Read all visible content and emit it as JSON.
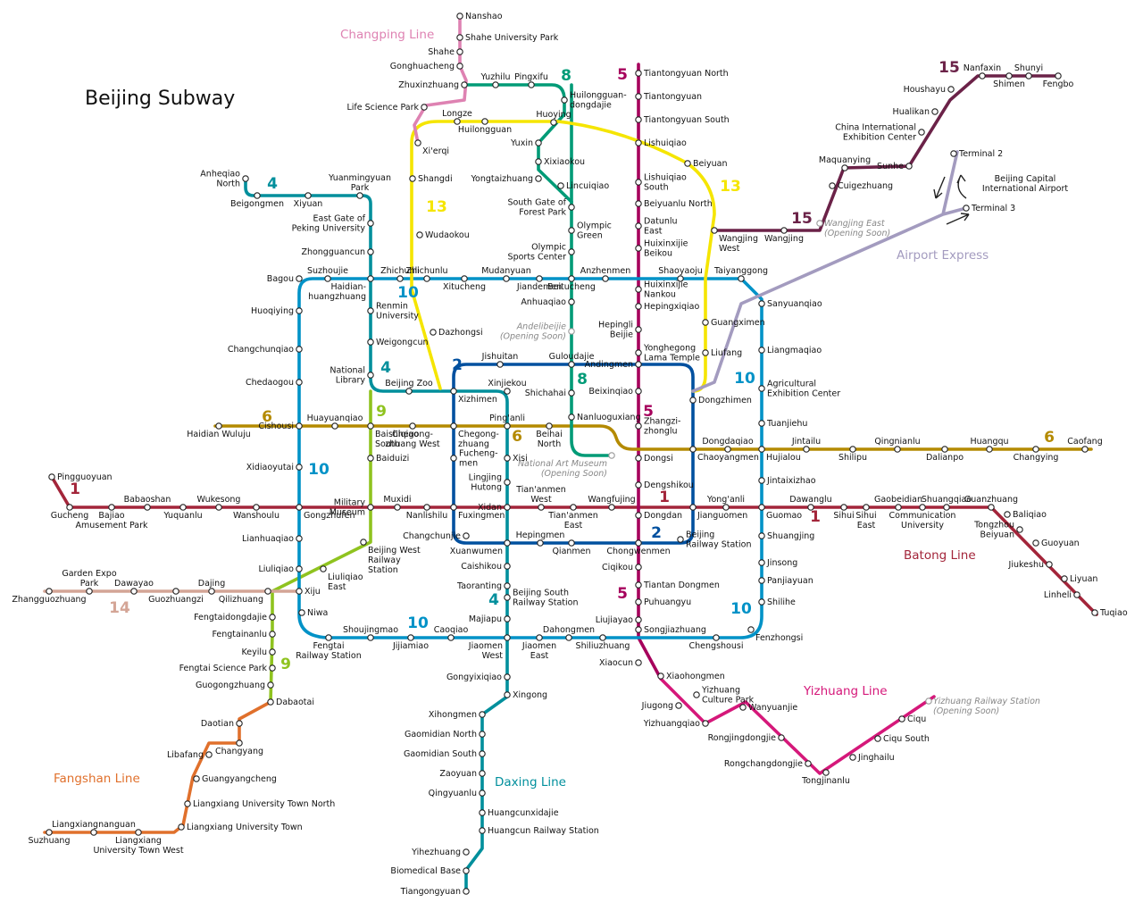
{
  "title": "Beijing Subway",
  "colors": {
    "line1": "#a3253a",
    "line2": "#00509f",
    "line4": "#008f9c",
    "line5": "#a6005c",
    "line6": "#b48a00",
    "line8": "#009b77",
    "line9": "#8fc31f",
    "line10": "#0092c7",
    "line13": "#f5e500",
    "line14": "#d4a596",
    "line15": "#6b2248",
    "batong": "#a3253a",
    "changping": "#de82b2",
    "fangshan": "#e0702c",
    "yizhuang": "#d5187a",
    "daxing": "#008f9c",
    "airport": "#a39bbf"
  },
  "line_numbers": [
    {
      "id": "n1a",
      "text": "1",
      "color": "line1"
    },
    {
      "id": "n1b",
      "text": "1",
      "color": "line1"
    },
    {
      "id": "n1c",
      "text": "1",
      "color": "line1"
    },
    {
      "id": "n2a",
      "text": "2",
      "color": "line2"
    },
    {
      "id": "n2b",
      "text": "2",
      "color": "line2"
    },
    {
      "id": "n4a",
      "text": "4",
      "color": "line4"
    },
    {
      "id": "n4b",
      "text": "4",
      "color": "line4"
    },
    {
      "id": "n4c",
      "text": "4",
      "color": "line4"
    },
    {
      "id": "n5a",
      "text": "5",
      "color": "line5"
    },
    {
      "id": "n5b",
      "text": "5",
      "color": "line5"
    },
    {
      "id": "n5c",
      "text": "5",
      "color": "line5"
    },
    {
      "id": "n6a",
      "text": "6",
      "color": "line6"
    },
    {
      "id": "n6b",
      "text": "6",
      "color": "line6"
    },
    {
      "id": "n6c",
      "text": "6",
      "color": "line6"
    },
    {
      "id": "n8a",
      "text": "8",
      "color": "line8"
    },
    {
      "id": "n8b",
      "text": "8",
      "color": "line8"
    },
    {
      "id": "n9a",
      "text": "9",
      "color": "line9"
    },
    {
      "id": "n9b",
      "text": "9",
      "color": "line9"
    },
    {
      "id": "n10a",
      "text": "10",
      "color": "line10"
    },
    {
      "id": "n10b",
      "text": "10",
      "color": "line10"
    },
    {
      "id": "n10c",
      "text": "10",
      "color": "line10"
    },
    {
      "id": "n10d",
      "text": "10",
      "color": "line10"
    },
    {
      "id": "n10e",
      "text": "10",
      "color": "line10"
    },
    {
      "id": "n13a",
      "text": "13",
      "color": "line13"
    },
    {
      "id": "n13b",
      "text": "13",
      "color": "line13"
    },
    {
      "id": "n14",
      "text": "14",
      "color": "line14"
    },
    {
      "id": "n15a",
      "text": "15",
      "color": "line15"
    },
    {
      "id": "n15b",
      "text": "15",
      "color": "line15"
    }
  ],
  "line_names": [
    {
      "id": "changping",
      "text": "Changping Line",
      "color": "changping"
    },
    {
      "id": "batong",
      "text": "Batong Line",
      "color": "batong"
    },
    {
      "id": "yizhuang",
      "text": "Yizhuang Line",
      "color": "yizhuang"
    },
    {
      "id": "daxing",
      "text": "Daxing Line",
      "color": "daxing"
    },
    {
      "id": "fangshan",
      "text": "Fangshan Line",
      "color": "fangshan"
    },
    {
      "id": "airport",
      "text": "Airport Express",
      "color": "airport"
    }
  ],
  "stations": [
    {
      "id": "nanshao",
      "name": "Nanshao"
    },
    {
      "id": "shaheu",
      "name": "Shahe University Park"
    },
    {
      "id": "shahe",
      "name": "Shahe"
    },
    {
      "id": "gonghuacheng",
      "name": "Gonghuacheng"
    },
    {
      "id": "zhuxinzhuang",
      "name": "Zhuxinzhuang"
    },
    {
      "id": "lifesci",
      "name": "Life Science Park"
    },
    {
      "id": "yuzhilu",
      "name": "Yuzhilu"
    },
    {
      "id": "pingxifu",
      "name": "Pingxifu"
    },
    {
      "id": "huilonggd",
      "name": "Huilongguan-\ndongdajie"
    },
    {
      "id": "longze",
      "name": "Longze"
    },
    {
      "id": "huilongguan",
      "name": "Huilongguan"
    },
    {
      "id": "huoying",
      "name": "Huoying"
    },
    {
      "id": "xierqi",
      "name": "Xi'erqi"
    },
    {
      "id": "shangdi",
      "name": "Shangdi"
    },
    {
      "id": "wudaokou",
      "name": "Wudaokou"
    },
    {
      "id": "dazhongsi",
      "name": "Dazhongsi"
    },
    {
      "id": "yuxin",
      "name": "Yuxin"
    },
    {
      "id": "xixiaokou",
      "name": "Xixiaokou"
    },
    {
      "id": "yongtaizhuang",
      "name": "Yongtaizhuang"
    },
    {
      "id": "lincuiqiao",
      "name": "Lincuiqiao"
    },
    {
      "id": "southgate",
      "name": "South Gate of\nForest Park"
    },
    {
      "id": "olympicgreen",
      "name": "Olympic\nGreen"
    },
    {
      "id": "olysports",
      "name": "Olympic\nSports Center"
    },
    {
      "id": "beitucheng",
      "name": "Beitucheng"
    },
    {
      "id": "anhuaqiao",
      "name": "Anhuaqiao"
    },
    {
      "id": "andeli",
      "name": "Andelibeijie\n(Opening Soon)"
    },
    {
      "id": "guloudajie",
      "name": "Guloudajie"
    },
    {
      "id": "shichahai",
      "name": "Shichahai"
    },
    {
      "id": "nanluoguxiang",
      "name": "Nanluoguxiang"
    },
    {
      "id": "natartmuseum",
      "name": "National Art Museum\n(Opening Soon)"
    },
    {
      "id": "tiantongyuannorth",
      "name": "Tiantongyuan North"
    },
    {
      "id": "tiantongyuan",
      "name": "Tiantongyuan"
    },
    {
      "id": "tiantongyuansouth",
      "name": "Tiantongyuan South"
    },
    {
      "id": "lishuiqiao",
      "name": "Lishuiqiao"
    },
    {
      "id": "lishuiqiaosouth",
      "name": "Lishuiqiao\nSouth"
    },
    {
      "id": "beiyuanlunorth",
      "name": "Beiyuanlu North"
    },
    {
      "id": "datunlueast",
      "name": "Datunlu\nEast"
    },
    {
      "id": "huixinbk",
      "name": "Huixinxijie\nBeikou"
    },
    {
      "id": "huixinnk",
      "name": "Huixinxijie\nNankou"
    },
    {
      "id": "hepingxiqiao",
      "name": "Hepingxiqiao"
    },
    {
      "id": "hepinglibeijie",
      "name": "Hepingli\nBeijie"
    },
    {
      "id": "yonghegong",
      "name": "Yonghegong\nLama Temple"
    },
    {
      "id": "beixinqiao",
      "name": "Beixinqiao"
    },
    {
      "id": "zhangzizhonglu",
      "name": "Zhangzi-\nzhonglu"
    },
    {
      "id": "dongsi",
      "name": "Dongsi"
    },
    {
      "id": "dengshikou",
      "name": "Dengshikou"
    },
    {
      "id": "dongdan",
      "name": "Dongdan"
    },
    {
      "id": "ciqikou",
      "name": "Ciqikou"
    },
    {
      "id": "tiantandongmen",
      "name": "Tiantan Dongmen"
    },
    {
      "id": "puhuangyu",
      "name": "Puhuangyu"
    },
    {
      "id": "liujiayao",
      "name": "Liujiayao"
    },
    {
      "id": "songjiazhuang",
      "name": "Songjiazhuang"
    },
    {
      "id": "beiyuan",
      "name": "Beiyuan"
    },
    {
      "id": "wangjingwest",
      "name": "Wangjing\nWest"
    },
    {
      "id": "guangximen",
      "name": "Guangximen"
    },
    {
      "id": "liufang",
      "name": "Liufang"
    },
    {
      "id": "dongzhimen",
      "name": "Dongzhimen"
    },
    {
      "id": "wangjing",
      "name": "Wangjing"
    },
    {
      "id": "wangjingeast",
      "name": "Wangjing East\n(Opening Soon)"
    },
    {
      "id": "cuigezhuang",
      "name": "Cuigezhuang"
    },
    {
      "id": "maquanying",
      "name": "Maquanying"
    },
    {
      "id": "sunhe",
      "name": "Sunhe"
    },
    {
      "id": "cicec",
      "name": "China International\nExhibition Center"
    },
    {
      "id": "hualikan",
      "name": "Hualikan"
    },
    {
      "id": "houshayu",
      "name": "Houshayu"
    },
    {
      "id": "nanfaxin",
      "name": "Nanfaxin"
    },
    {
      "id": "shimen",
      "name": "Shimen"
    },
    {
      "id": "shunyi",
      "name": "Shunyi"
    },
    {
      "id": "fengbo",
      "name": "Fengbo"
    },
    {
      "id": "terminal2",
      "name": "Terminal 2"
    },
    {
      "id": "terminal3",
      "name": "Terminal 3"
    },
    {
      "id": "bcia",
      "name": "Beijing Capital\nInternational Airport"
    },
    {
      "id": "anheqiaonorth",
      "name": "Anheqiao\nNorth"
    },
    {
      "id": "beigongmen",
      "name": "Beigongmen"
    },
    {
      "id": "xiyuan",
      "name": "Xiyuan"
    },
    {
      "id": "yuanmingyuan",
      "name": "Yuanmingyuan\nPark"
    },
    {
      "id": "eastgatepku",
      "name": "East Gate of\nPeking University"
    },
    {
      "id": "zhongguancun",
      "name": "Zhongguancun"
    },
    {
      "id": "haidianhz",
      "name": "Haidian-\nhuangzhuang"
    },
    {
      "id": "renmin",
      "name": "Renmin\nUniversity"
    },
    {
      "id": "weigongcun",
      "name": "Weigongcun"
    },
    {
      "id": "natlibrary",
      "name": "National\nLibrary"
    },
    {
      "id": "beijingzoo",
      "name": "Beijing Zoo"
    },
    {
      "id": "bagou",
      "name": "Bagou"
    },
    {
      "id": "suzhoujie",
      "name": "Suzhoujie"
    },
    {
      "id": "zhichunli",
      "name": "Zhichunli"
    },
    {
      "id": "zhichunlu",
      "name": "Zhichunlu"
    },
    {
      "id": "xitucheng",
      "name": "Xitucheng"
    },
    {
      "id": "mudanyuan",
      "name": "Mudanyuan"
    },
    {
      "id": "jiandemen",
      "name": "Jiandemen"
    },
    {
      "id": "anzhenmen",
      "name": "Anzhenmen"
    },
    {
      "id": "shaoyaoju",
      "name": "Shaoyaoju"
    },
    {
      "id": "taiyanggong",
      "name": "Taiyanggong"
    },
    {
      "id": "sanyuanqiao",
      "name": "Sanyuanqiao"
    },
    {
      "id": "liangmaqiao",
      "name": "Liangmaqiao"
    },
    {
      "id": "agriexhib",
      "name": "Agricultural\nExhibition Center"
    },
    {
      "id": "tuanjiehu",
      "name": "Tuanjiehu"
    },
    {
      "id": "huoqiying",
      "name": "Huoqiying"
    },
    {
      "id": "changchunqiao",
      "name": "Changchunqiao"
    },
    {
      "id": "chedaogou",
      "name": "Chedaogou"
    },
    {
      "id": "xidiaoyutai",
      "name": "Xidiaoyutai"
    },
    {
      "id": "haidianwuluju",
      "name": "Haidian Wuluju"
    },
    {
      "id": "cishousi",
      "name": "Cishousi"
    },
    {
      "id": "huayuanqiao",
      "name": "Huayuanqiao"
    },
    {
      "id": "baishiqiaosouth",
      "name": "Baishiqiao\nSouth"
    },
    {
      "id": "chegongzhuangwest",
      "name": "Chegong-\nzhuang West"
    },
    {
      "id": "chegongzhuang",
      "name": "Chegong-\nzhuang"
    },
    {
      "id": "pinganli",
      "name": "Ping'anli"
    },
    {
      "id": "beihainorth",
      "name": "Beihai\nNorth"
    },
    {
      "id": "dongdaqiao",
      "name": "Dongdaqiao"
    },
    {
      "id": "chaoyangmen",
      "name": "Chaoyangmen"
    },
    {
      "id": "hujialou",
      "name": "Hujialou"
    },
    {
      "id": "jintailu",
      "name": "Jintailu"
    },
    {
      "id": "shilipu",
      "name": "Shilipu"
    },
    {
      "id": "qingnianlu",
      "name": "Qingnianlu"
    },
    {
      "id": "dalianpo",
      "name": "Dalianpo"
    },
    {
      "id": "huangqu",
      "name": "Huangqu"
    },
    {
      "id": "changying",
      "name": "Changying"
    },
    {
      "id": "caofang",
      "name": "Caofang"
    },
    {
      "id": "jishuitan",
      "name": "Jishuitan"
    },
    {
      "id": "xizhimen",
      "name": "Xizhimen"
    },
    {
      "id": "xinjiekou",
      "name": "Xinjiekou"
    },
    {
      "id": "andingmen",
      "name": "Andingmen"
    },
    {
      "id": "fuchengmen",
      "name": "Fucheng-\nmen"
    },
    {
      "id": "xisi",
      "name": "Xisi"
    },
    {
      "id": "lingjing",
      "name": "Lingjing\nHutong"
    },
    {
      "id": "baiduizi",
      "name": "Baiduizi"
    },
    {
      "id": "pingguoyuan",
      "name": "Pingguoyuan"
    },
    {
      "id": "gucheng",
      "name": "Gucheng"
    },
    {
      "id": "bajiao",
      "name": "Bajiao\nAmusement Park"
    },
    {
      "id": "babaoshan",
      "name": "Babaoshan"
    },
    {
      "id": "yuquanlu",
      "name": "Yuquanlu"
    },
    {
      "id": "wukesong",
      "name": "Wukesong"
    },
    {
      "id": "wanshoulu",
      "name": "Wanshoulu"
    },
    {
      "id": "gongzhufen",
      "name": "Gongzhufen"
    },
    {
      "id": "militarymuseum",
      "name": "Military\nMuseum"
    },
    {
      "id": "muxidi",
      "name": "Muxidi"
    },
    {
      "id": "nanlishilu",
      "name": "Nanlishilu"
    },
    {
      "id": "fuxingmen",
      "name": "Fuxingmen"
    },
    {
      "id": "xidan",
      "name": "Xidan"
    },
    {
      "id": "tiananmenwest",
      "name": "Tian'anmen\nWest"
    },
    {
      "id": "tiananmeneast",
      "name": "Tian'anmen\nEast"
    },
    {
      "id": "wangfujing",
      "name": "Wangfujing"
    },
    {
      "id": "jianguomen",
      "name": "Jianguomen"
    },
    {
      "id": "yonganli",
      "name": "Yong'anli"
    },
    {
      "id": "guomao",
      "name": "Guomao"
    },
    {
      "id": "dawanglu",
      "name": "Dawanglu"
    },
    {
      "id": "jintaixizhao",
      "name": "Jintaixizhao"
    },
    {
      "id": "sihui",
      "name": "Sihui"
    },
    {
      "id": "sihuieast",
      "name": "Sihui\nEast"
    },
    {
      "id": "gaobeidian",
      "name": "Gaobeidian"
    },
    {
      "id": "cuc",
      "name": "Communication\nUniversity"
    },
    {
      "id": "shuangqiao",
      "name": "Shuangqiao"
    },
    {
      "id": "guanzhuang",
      "name": "Guanzhuang"
    },
    {
      "id": "baliqiao",
      "name": "Baliqiao"
    },
    {
      "id": "tongzhoubeiyuan",
      "name": "Tongzhou\nBeiyuan"
    },
    {
      "id": "guoyuan",
      "name": "Guoyuan"
    },
    {
      "id": "jiukeshu",
      "name": "Jiukeshu"
    },
    {
      "id": "liyuan",
      "name": "Liyuan"
    },
    {
      "id": "linheli",
      "name": "Linheli"
    },
    {
      "id": "tuqiao",
      "name": "Tuqiao"
    },
    {
      "id": "changchunjie",
      "name": "Changchunjie"
    },
    {
      "id": "hepingmen",
      "name": "Hepingmen"
    },
    {
      "id": "qianmen",
      "name": "Qianmen"
    },
    {
      "id": "chongwenmen",
      "name": "Chongwenmen"
    },
    {
      "id": "beijingrailway",
      "name": "Beijing\nRailway Station"
    },
    {
      "id": "xuanwumen",
      "name": "Xuanwumen"
    },
    {
      "id": "caishikou",
      "name": "Caishikou"
    },
    {
      "id": "taoranting",
      "name": "Taoranting"
    },
    {
      "id": "bjsouthrail",
      "name": "Beijing South\nRailway Station"
    },
    {
      "id": "majiapu",
      "name": "Majiapu"
    },
    {
      "id": "jiaomenwest",
      "name": "Jiaomen\nWest"
    },
    {
      "id": "jiaomeneast",
      "name": "Jiaomen\nEast"
    },
    {
      "id": "lianhuaqiao",
      "name": "Lianhuaqiao"
    },
    {
      "id": "bjwestrail",
      "name": "Beijing West\nRailway\nStation"
    },
    {
      "id": "liuliqiao",
      "name": "Liuliqiao"
    },
    {
      "id": "liuliqiaoeast",
      "name": "Liuliqiao\nEast"
    },
    {
      "id": "xiju",
      "name": "Xiju"
    },
    {
      "id": "niwa",
      "name": "Niwa"
    },
    {
      "id": "fengtairail",
      "name": "Fengtai\nRailway Station"
    },
    {
      "id": "shoujingmao",
      "name": "Shoujingmao"
    },
    {
      "id": "jijiamiao",
      "name": "Jijiamiao"
    },
    {
      "id": "caoqiao",
      "name": "Caoqiao"
    },
    {
      "id": "dahongmen",
      "name": "Dahongmen"
    },
    {
      "id": "shiliuzhuang",
      "name": "Shiliuzhuang"
    },
    {
      "id": "chengshousi",
      "name": "Chengshousi"
    },
    {
      "id": "fenzhongsi",
      "name": "Fenzhongsi"
    },
    {
      "id": "shilihe",
      "name": "Shilihe"
    },
    {
      "id": "panjiayuan",
      "name": "Panjiayuan"
    },
    {
      "id": "jinsong",
      "name": "Jinsong"
    },
    {
      "id": "shuangjing",
      "name": "Shuangjing"
    },
    {
      "id": "zhangguozhuang",
      "name": "Zhangguozhuang"
    },
    {
      "id": "gardenexpo",
      "name": "Garden Expo\nPark"
    },
    {
      "id": "dawayao",
      "name": "Dawayao"
    },
    {
      "id": "guozhuangzi",
      "name": "Guozhuangzi"
    },
    {
      "id": "dajing",
      "name": "Dajing"
    },
    {
      "id": "qilizhuang",
      "name": "Qilizhuang"
    },
    {
      "id": "fengtaidongdajie",
      "name": "Fengtaidongdajie"
    },
    {
      "id": "fengtainanlu",
      "name": "Fengtainanlu"
    },
    {
      "id": "keyilu",
      "name": "Keyilu"
    },
    {
      "id": "fengtaisci",
      "name": "Fengtai Science Park"
    },
    {
      "id": "guogongzhuang",
      "name": "Guogongzhuang"
    },
    {
      "id": "dabaotai",
      "name": "Dabaotai"
    },
    {
      "id": "daotian",
      "name": "Daotian"
    },
    {
      "id": "changyang",
      "name": "Changyang"
    },
    {
      "id": "libafang",
      "name": "Libafang"
    },
    {
      "id": "guangyangcheng",
      "name": "Guangyangcheng"
    },
    {
      "id": "lxutn",
      "name": "Liangxiang University Town North"
    },
    {
      "id": "lxut",
      "name": "Liangxiang University Town"
    },
    {
      "id": "lxnanguan",
      "name": "Liangxiangnanguan"
    },
    {
      "id": "suzhuang",
      "name": "Suzhuang"
    },
    {
      "id": "lxutw",
      "name": "Liangxiang\nUniversity Town West"
    },
    {
      "id": "gongyixiqiao",
      "name": "Gongyixiqiao"
    },
    {
      "id": "xingong",
      "name": "Xingong"
    },
    {
      "id": "xihongmen",
      "name": "Xihongmen"
    },
    {
      "id": "gaomidiannorth",
      "name": "Gaomidian North"
    },
    {
      "id": "gaomidiansouth",
      "name": "Gaomidian South"
    },
    {
      "id": "zaoyuan",
      "name": "Zaoyuan"
    },
    {
      "id": "qingyuanlu",
      "name": "Qingyuanlu"
    },
    {
      "id": "huangcunxidajie",
      "name": "Huangcunxidajie"
    },
    {
      "id": "huangcunrail",
      "name": "Huangcun Railway Station"
    },
    {
      "id": "yihezhuang",
      "name": "Yihezhuang"
    },
    {
      "id": "biomedbase",
      "name": "Biomedical Base"
    },
    {
      "id": "tiangongyuan",
      "name": "Tiangongyuan"
    },
    {
      "id": "xiaocun",
      "name": "Xiaocun"
    },
    {
      "id": "xiaohongmen",
      "name": "Xiaohongmen"
    },
    {
      "id": "yizhuangcp",
      "name": "Yizhuang\nCulture Park"
    },
    {
      "id": "jiugong",
      "name": "Jiugong"
    },
    {
      "id": "yizhuangqiao",
      "name": "Yizhuangqiao"
    },
    {
      "id": "wanyuanjie",
      "name": "Wanyuanjie"
    },
    {
      "id": "rongjingdongjie",
      "name": "Rongjingdongjie"
    },
    {
      "id": "rongchangdongjie",
      "name": "Rongchangdongjie"
    },
    {
      "id": "tongjinanlu",
      "name": "Tongjinanlu"
    },
    {
      "id": "jinghailu",
      "name": "Jinghailu"
    },
    {
      "id": "ciqusouth",
      "name": "Ciqu South"
    },
    {
      "id": "ciqu",
      "name": "Ciqu"
    },
    {
      "id": "yizhuangrail",
      "name": "Yizhuang Railway Station\n(Opening Soon)"
    }
  ]
}
